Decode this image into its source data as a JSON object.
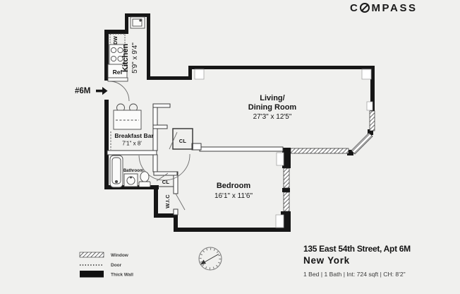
{
  "brand": {
    "left": "C",
    "right": "MPASS"
  },
  "unit": {
    "label": "#6M"
  },
  "rooms": {
    "kitchen": {
      "name": "Kitchen",
      "dims": "5'9\" x 9'4\""
    },
    "living_dining": {
      "line1": "Living/",
      "line2": "Dining Room",
      "dims": "27'3\" x 12'5\""
    },
    "bedroom": {
      "name": "Bedroom",
      "dims": "16'1\" x 11'6\""
    },
    "breakfast_bar": {
      "name": "Breakfast Bar",
      "dims": "7'1\" x 8'"
    },
    "bathroom": {
      "name": "Bathroom"
    },
    "hall_closet": {
      "label": "CL"
    },
    "bedroom_closet": {
      "label": "CL"
    },
    "walk_in_closet": {
      "label": "W.I.C"
    }
  },
  "appliances": {
    "dishwasher": "DW",
    "refrigerator": "Ref"
  },
  "legend": {
    "window": "Window",
    "door": "Door",
    "thick_wall": "Thick Wall"
  },
  "listing": {
    "address": "135 East 54th Street, Apt 6M",
    "city": "New York",
    "details": "1 Bed | 1 Bath | Int: 724 sqft | CH: 8'2\""
  },
  "colors": {
    "background": "#f0f0ee",
    "wall": "#161616",
    "text": "#1a1a1a"
  }
}
